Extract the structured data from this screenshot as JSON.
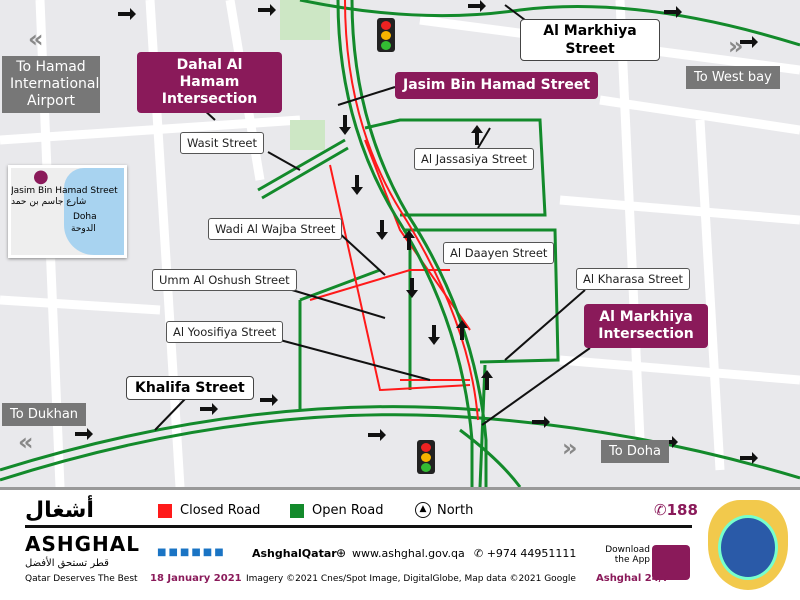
{
  "map": {
    "directions": {
      "airport": "To Hamad International Airport",
      "west_bay": "To West bay",
      "dukhan": "To Dukhan",
      "doha": "To Doha"
    },
    "intersections": {
      "dahal": "Dahal Al Hamam Intersection",
      "markhiya": "Al Markhiya Intersection"
    },
    "highlight_street": "Jasim Bin Hamad Street",
    "major_streets": {
      "markhiya_street": "Al Markhiya Street",
      "khalifa": "Khalifa Street"
    },
    "streets": {
      "wasit": "Wasit Street",
      "jassasiya": "Al Jassasiya Street",
      "wadi": "Wadi Al Wajba Street",
      "daayen": "Al Daayen Street",
      "umm": "Umm Al Oshush Street",
      "kharasa": "Al Kharasa Street",
      "yoosifiya": "Al Yoosifiya Street"
    },
    "inset": {
      "street_en": "Jasim Bin Hamad Street",
      "street_ar": "شارع جاسم بن حمد",
      "city_en": "Doha",
      "city_ar": "الدوحة"
    },
    "colors": {
      "closed": "#ff1a1a",
      "open": "#138a2b",
      "brand": "#8a1a5a"
    }
  },
  "footer": {
    "logo_text": "ASHGHAL",
    "tagline_ar": "قطر تستحق الأفضل",
    "tagline": "Qatar Deserves The Best",
    "legend": {
      "closed": "Closed Road",
      "open": "Open Road",
      "north": "North"
    },
    "hotline": "188",
    "social": "AshghalQatar",
    "website": "www.ashghal.gov.qa",
    "phone": "+974 44951111",
    "date": "18 January 2021",
    "credits": "Imagery ©2021 Cnes/Spot Image, DigitalGlobe, Map data ©2021 Google",
    "download": "Download the App",
    "app": "Ashghal 24/7"
  }
}
